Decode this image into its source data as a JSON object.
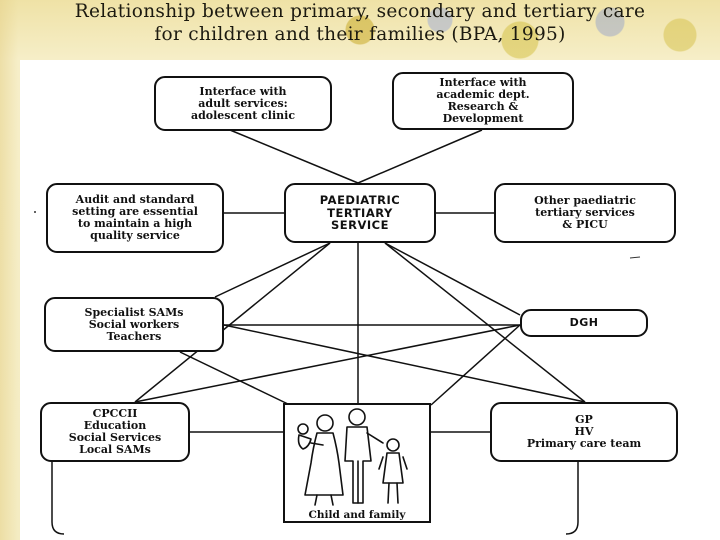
{
  "title": {
    "line1": "Relationship between primary, secondary and tertiary care",
    "line2": "for children and their families (BPA, 1995)"
  },
  "nodes": {
    "interface_adult": "Interface with\nadult services:\nadolescent clinic",
    "interface_academic": "Interface with\nacademic dept.\nResearch &\nDevelopment",
    "audit": "Audit and standard\nsetting are essential\nto maintain a high\nquality service",
    "tertiary": "PAEDIATRIC\nTERTIARY\nSERVICE",
    "other_tertiary": "Other paediatric\ntertiary services\n& PICU",
    "specialist": "Specialist SAMs\nSocial workers\nTeachers",
    "dgh": "DGH",
    "cpccii": "CPCCII\nEducation\nSocial Services\nLocal SAMs",
    "gp": "GP\nHV\nPrimary care team",
    "family": "Child and family"
  },
  "icons": {
    "family": "family-group-icon"
  },
  "colors": {
    "line": "#111111",
    "background": "#f4ecc2",
    "panel": "#ffffff"
  }
}
